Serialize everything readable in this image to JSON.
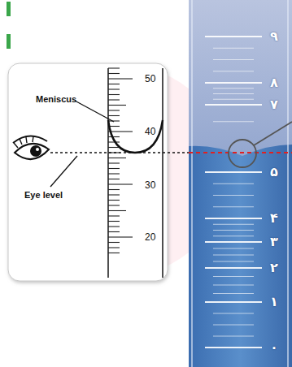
{
  "diagram": {
    "labels": [
      "Meniscus",
      "Eye level",
      "50",
      "40",
      "30",
      "20",
      "۹",
      "۸",
      "۷",
      "۵",
      "۴",
      "۳",
      "۲",
      "۱",
      "۰"
    ]
  }
}
